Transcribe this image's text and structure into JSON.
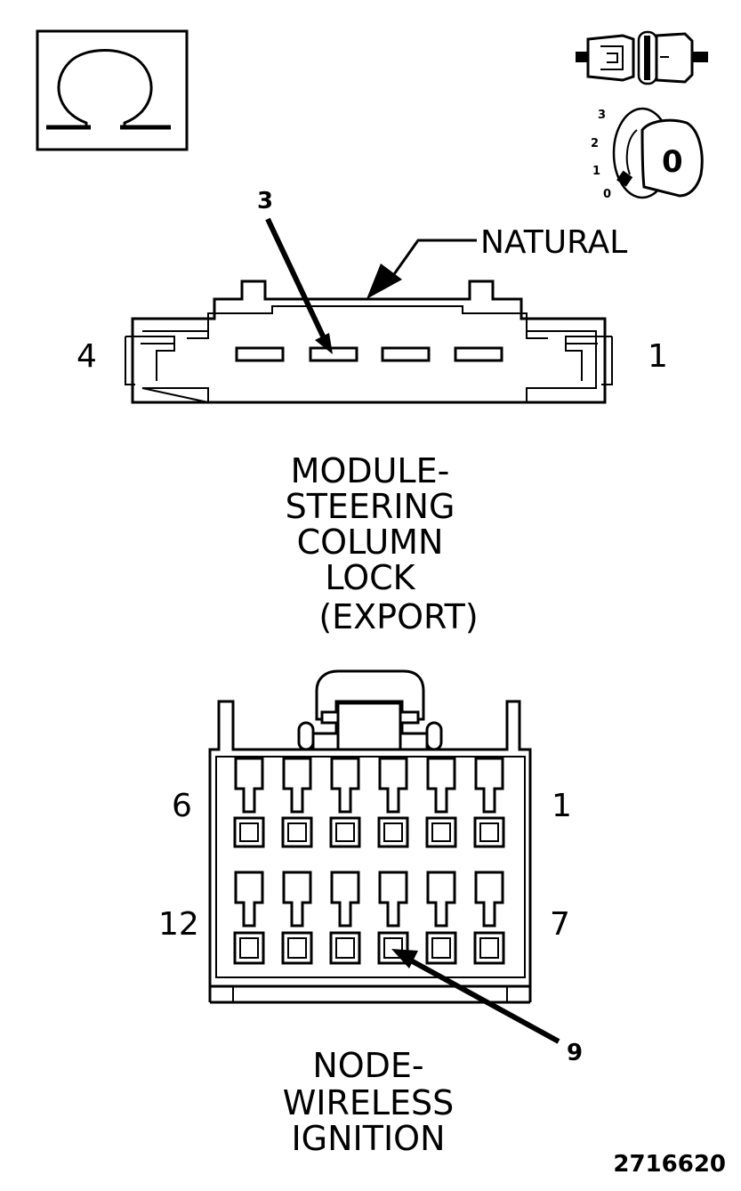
{
  "icons": {
    "ohm": "ohm-symbol-icon",
    "connector": "connector-disconnect-icon",
    "ignition": "ignition-key-icon"
  },
  "ignition_positions": [
    "3",
    "2",
    "1",
    "0"
  ],
  "ignition_key_label": "0",
  "connector1": {
    "callout_pin": "3",
    "color_label": "NATURAL",
    "left_pin": "4",
    "right_pin": "1",
    "title_lines": [
      "MODULE-",
      "STEERING",
      "COLUMN",
      "LOCK",
      "(EXPORT)"
    ]
  },
  "connector2": {
    "row1_left": "6",
    "row1_right": "1",
    "row2_left": "12",
    "row2_right": "7",
    "callout_pin": "9",
    "title_lines": [
      "NODE-",
      "WIRELESS",
      "IGNITION"
    ]
  },
  "figure_number": "2716620"
}
